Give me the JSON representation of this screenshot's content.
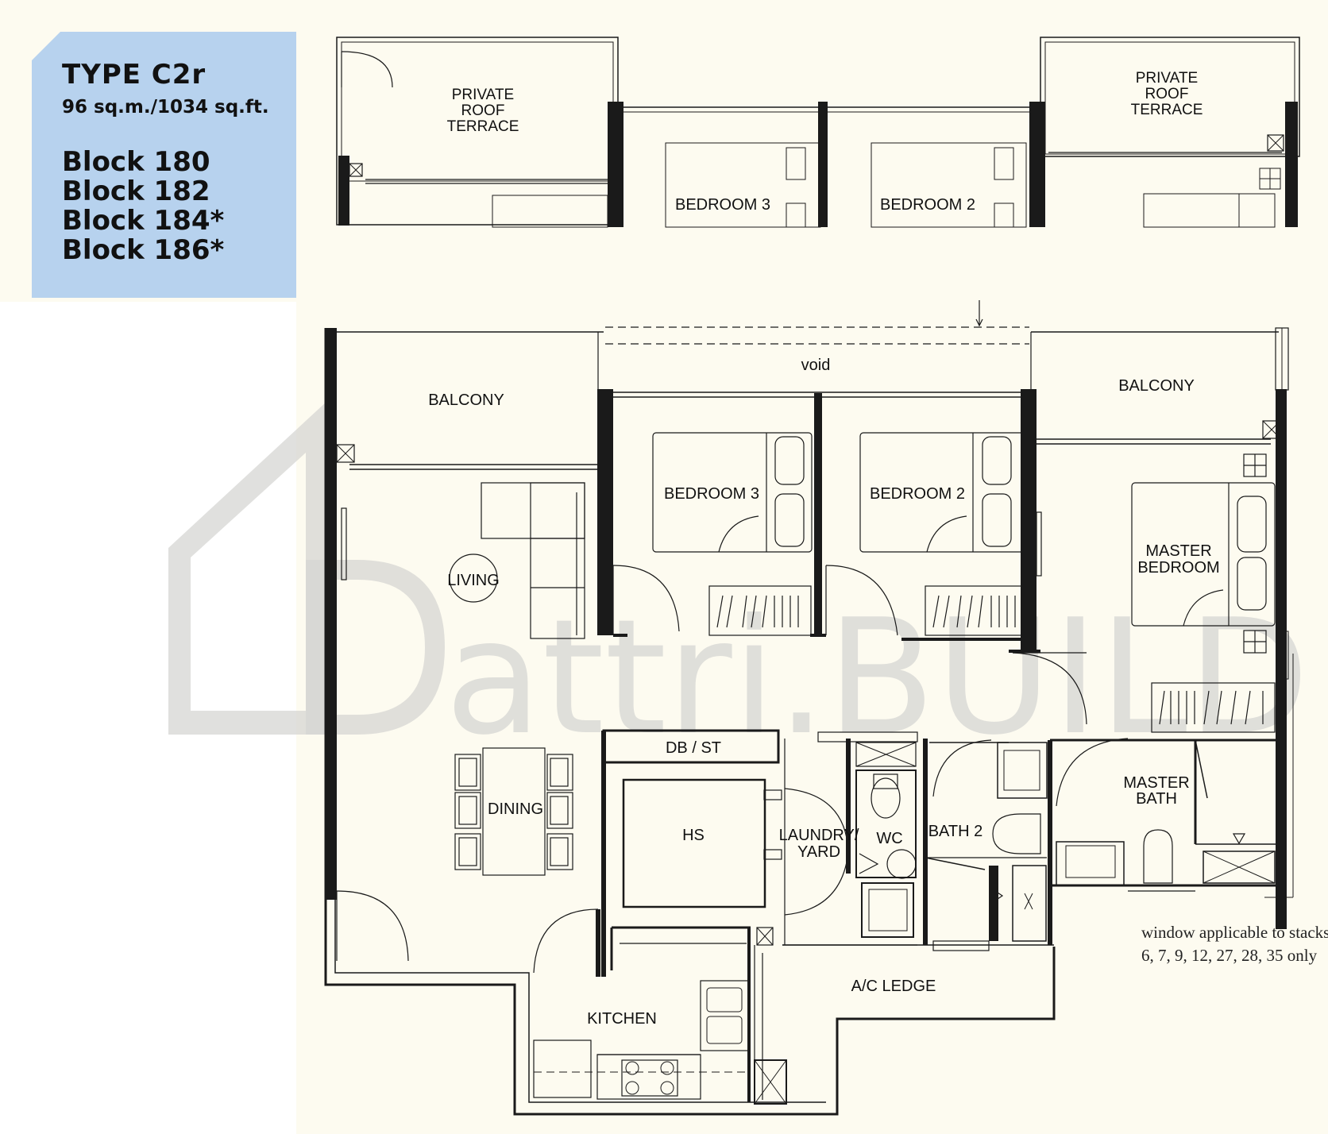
{
  "unit": {
    "type": "TYPE C2r",
    "area": "96 sq.m./1034 sq.ft.",
    "blocks": [
      "Block 180",
      "Block 182",
      "Block 184*",
      "Block 186*"
    ]
  },
  "key_plan": {
    "rooms": {
      "roof_terrace_left": [
        "PRIVATE",
        "ROOF",
        "TERRACE"
      ],
      "roof_terrace_right": [
        "PRIVATE",
        "ROOF",
        "TERRACE"
      ],
      "bedroom3": "BEDROOM 3",
      "bedroom2": "BEDROOM 2"
    }
  },
  "floor_plan": {
    "rooms": {
      "void": "void",
      "balcony_left": "BALCONY",
      "balcony_right": "BALCONY",
      "bedroom3": "BEDROOM 3",
      "bedroom2": "BEDROOM 2",
      "master_bedroom": [
        "MASTER",
        "BEDROOM"
      ],
      "living": "LIVING",
      "dining": "DINING",
      "db_st": "DB / ST",
      "hs": "HS",
      "laundry_yard": [
        "LAUNDRY/",
        "YARD"
      ],
      "wc": "WC",
      "bath2": "BATH 2",
      "master_bath": [
        "MASTER",
        "BATH"
      ],
      "ac_ledge": "A/C LEDGE",
      "kitchen": "KITCHEN"
    },
    "note": [
      "window applicable to stacks",
      "6, 7, 9, 12, 27, 28, 35 only"
    ]
  },
  "watermark": "attri.BUILD",
  "colors": {
    "background": "#fdfbf0",
    "title_box": "#b7d2ee",
    "wall": "#1a1a1a",
    "watermark": "#d6d6d3"
  }
}
